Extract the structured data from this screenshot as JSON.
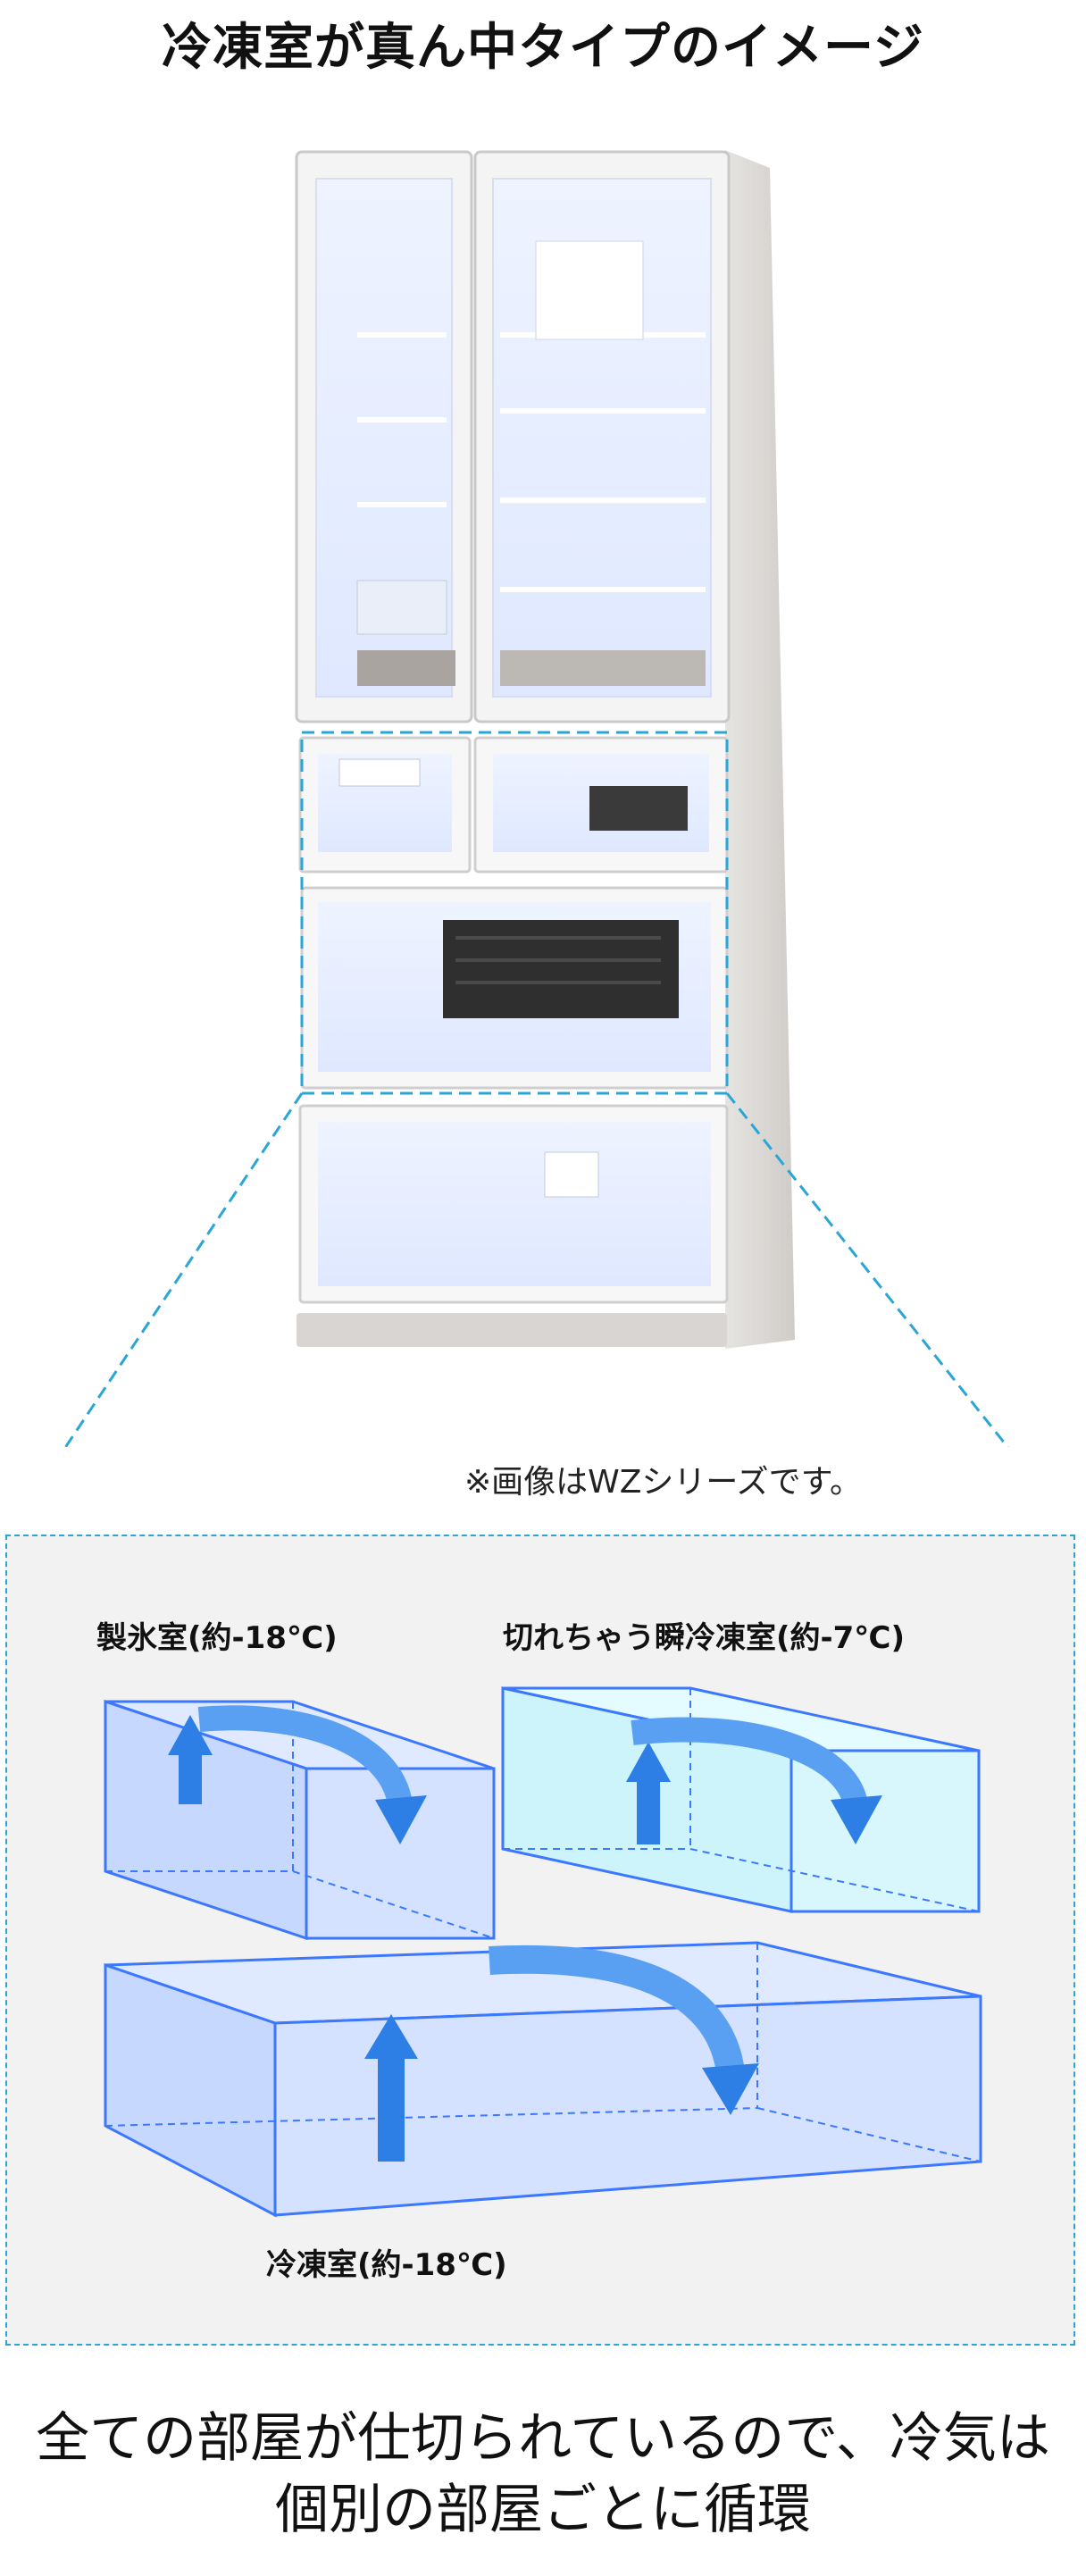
{
  "title": "冷凍室が真ん中タイプのイメージ",
  "note": "※画像はWZシリーズです。",
  "compartments": {
    "ice": "製氷室(約-18℃)",
    "soft_freeze": "切れちゃう瞬冷凍室(約-7℃)",
    "freezer": "冷凍室(約-18℃)"
  },
  "caption": {
    "line1": "全ての部屋が仕切られているので、冷気は",
    "line2": "個別の部屋ごとに循環"
  },
  "colors": {
    "accent_dashed": "#2aa6d6",
    "box_blue": "#cfe0ff",
    "box_cyan": "#d7f6fb",
    "arrow_blue": "#2d7fe6"
  }
}
